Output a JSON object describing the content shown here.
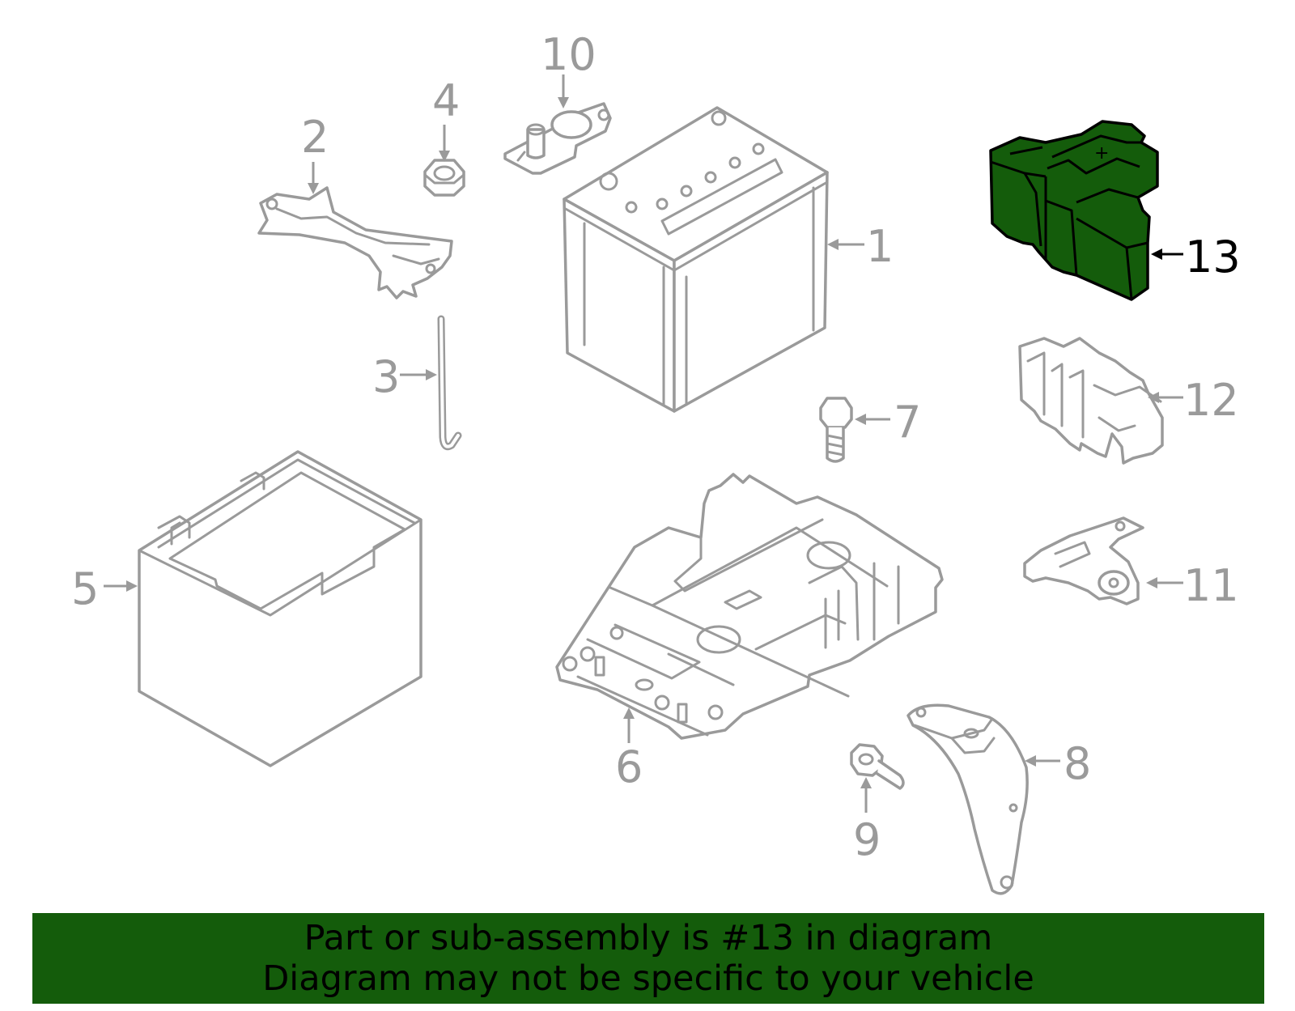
{
  "callouts": {
    "p1": "1",
    "p2": "2",
    "p3": "3",
    "p4": "4",
    "p5": "5",
    "p6": "6",
    "p7": "7",
    "p8": "8",
    "p9": "9",
    "p10": "10",
    "p11": "11",
    "p12": "12",
    "p13": "13"
  },
  "highlighted_part": "13",
  "colors": {
    "highlight": "#145c0b",
    "part_stroke": "#9a9a9a",
    "banner": "#145c0b"
  },
  "banner": {
    "line1": "Part or sub-assembly is #13 in diagram",
    "line2": "Diagram may not be specific to your vehicle"
  }
}
